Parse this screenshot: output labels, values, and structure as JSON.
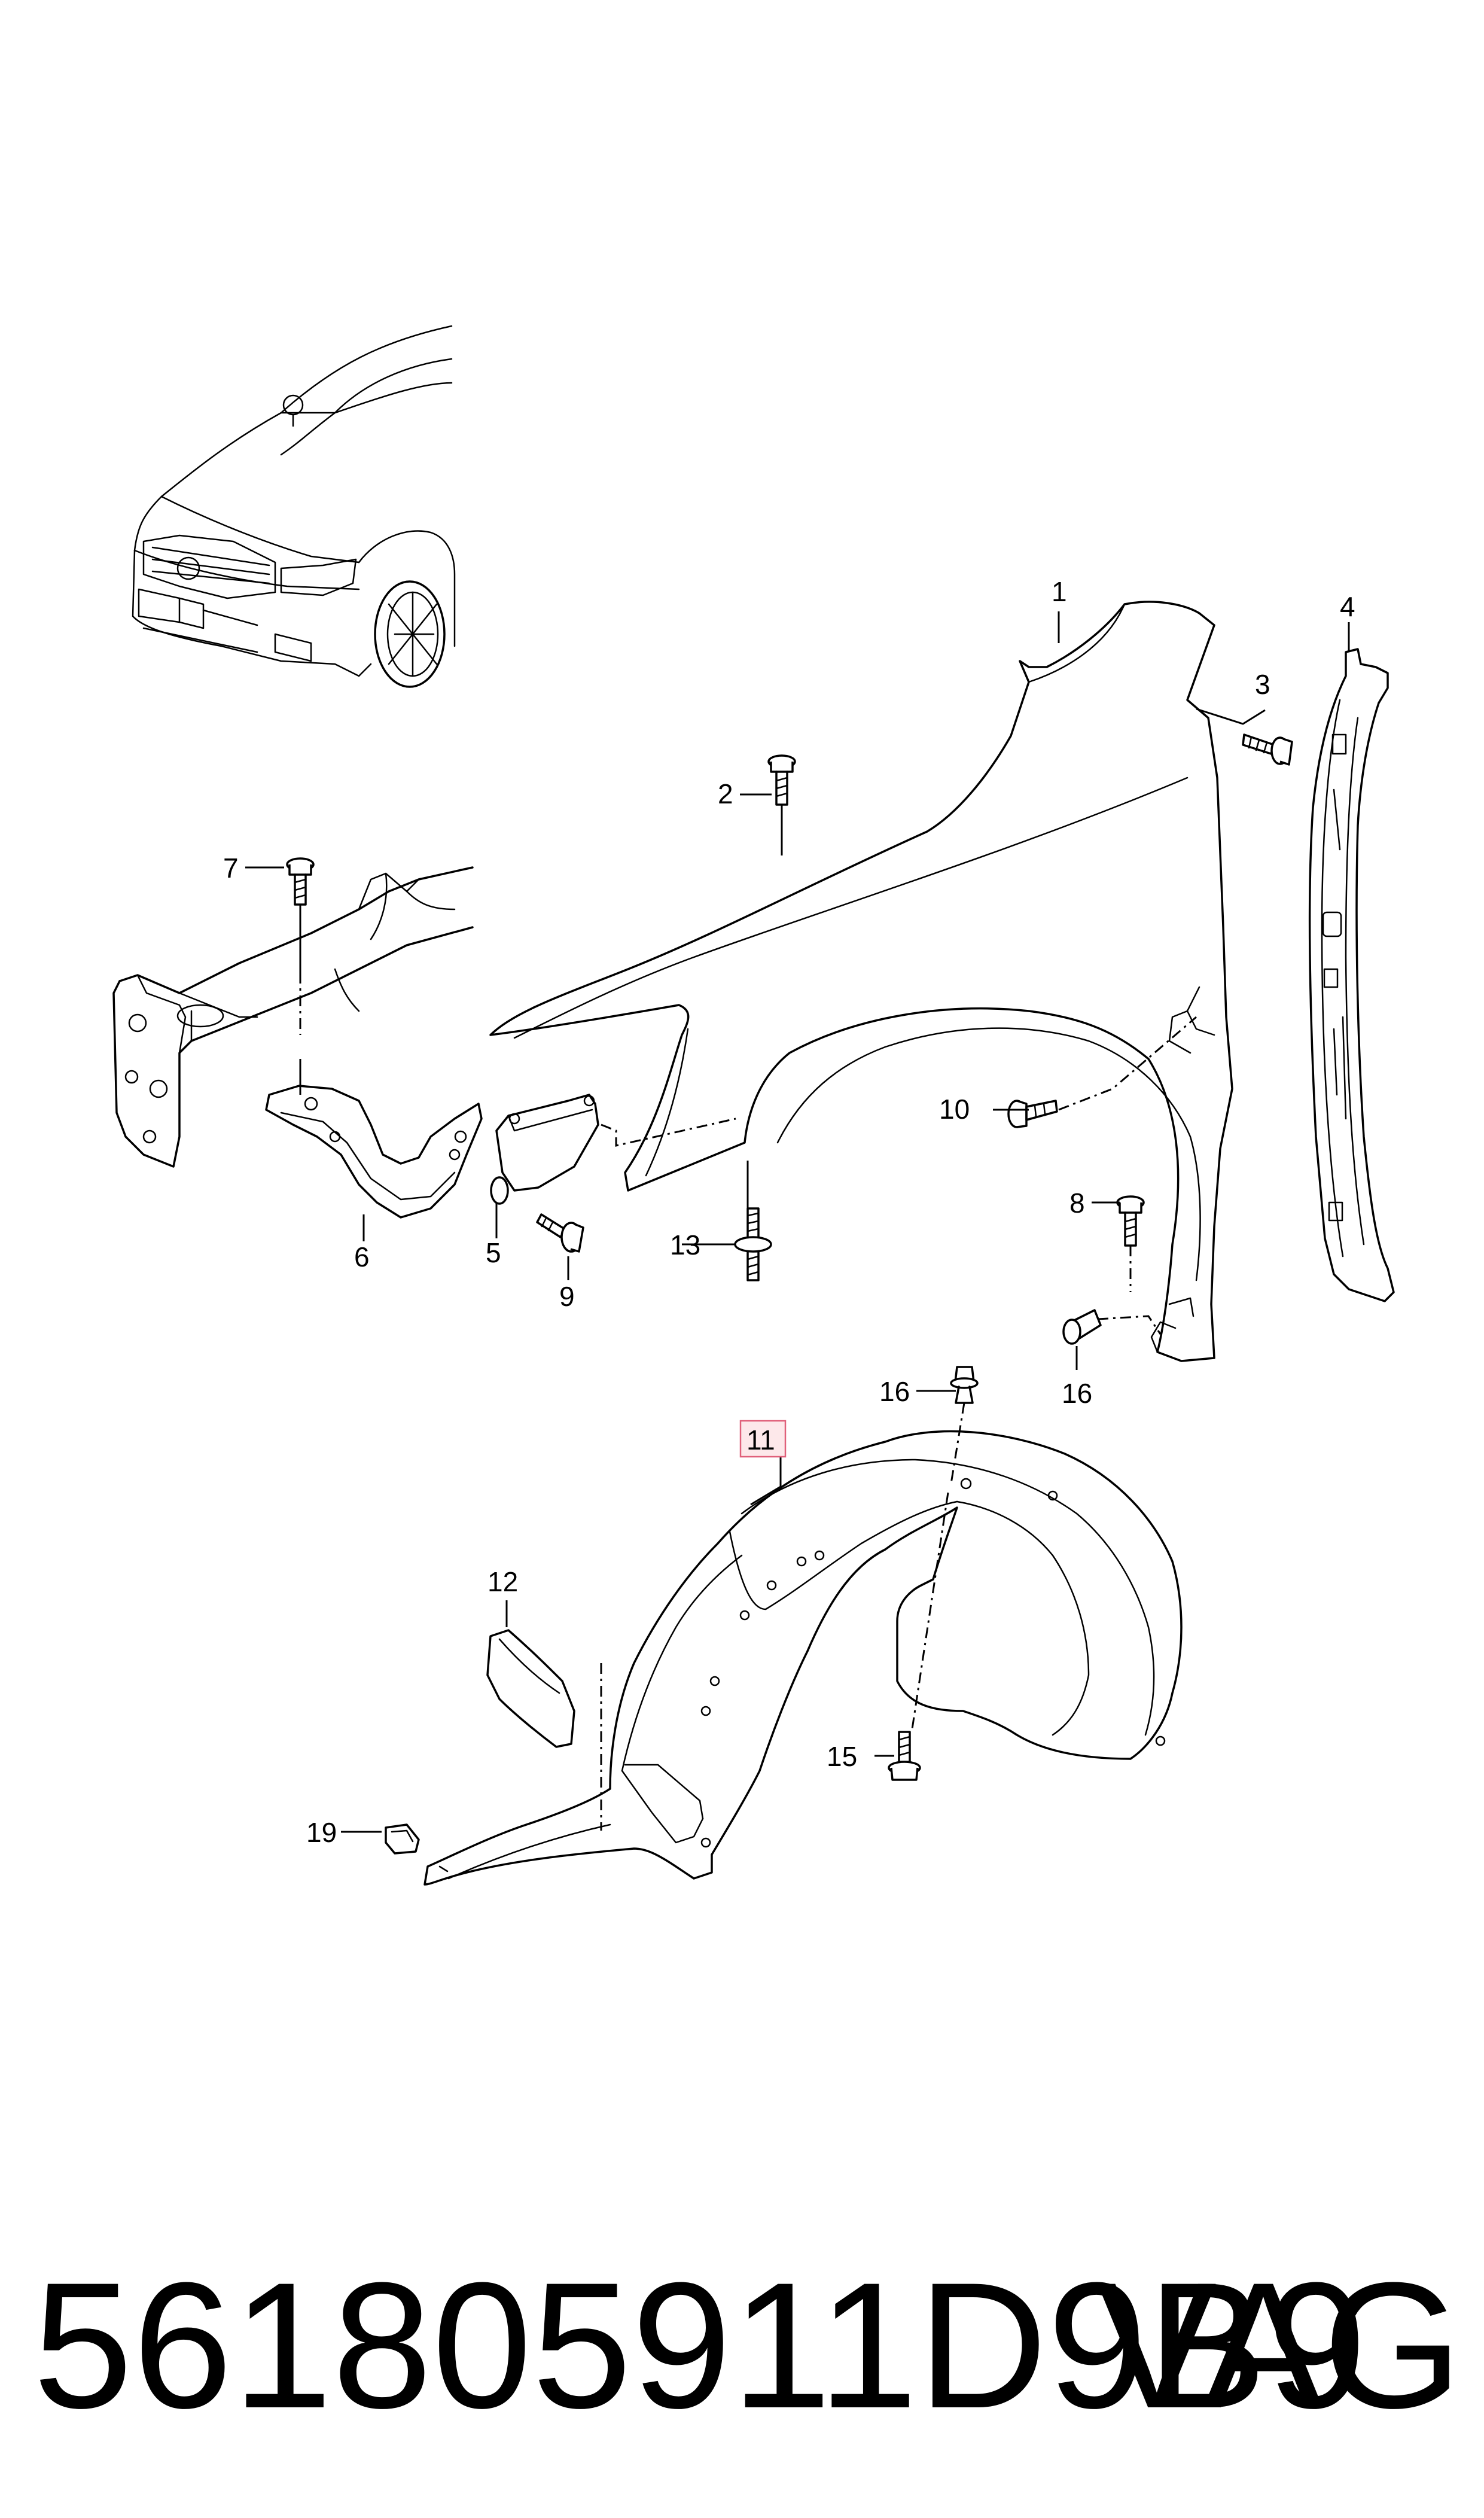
{
  "callouts": [
    {
      "id": "1",
      "label": "1"
    },
    {
      "id": "2",
      "label": "2"
    },
    {
      "id": "3",
      "label": "3"
    },
    {
      "id": "4",
      "label": "4"
    },
    {
      "id": "5",
      "label": "5"
    },
    {
      "id": "6",
      "label": "6"
    },
    {
      "id": "7",
      "label": "7"
    },
    {
      "id": "8",
      "label": "8"
    },
    {
      "id": "9",
      "label": "9"
    },
    {
      "id": "10",
      "label": "10"
    },
    {
      "id": "11",
      "label": "11"
    },
    {
      "id": "12",
      "label": "12"
    },
    {
      "id": "13",
      "label": "13"
    },
    {
      "id": "15",
      "label": "15"
    },
    {
      "id": "16a",
      "label": "16"
    },
    {
      "id": "16b",
      "label": "16"
    },
    {
      "id": "19",
      "label": "19"
    }
  ],
  "highlight": {
    "callout": "11",
    "fill": "#fde8ea",
    "stroke": "#e0607a"
  },
  "footer": {
    "part_number": "561805911D9B9",
    "brand": "VAG"
  }
}
